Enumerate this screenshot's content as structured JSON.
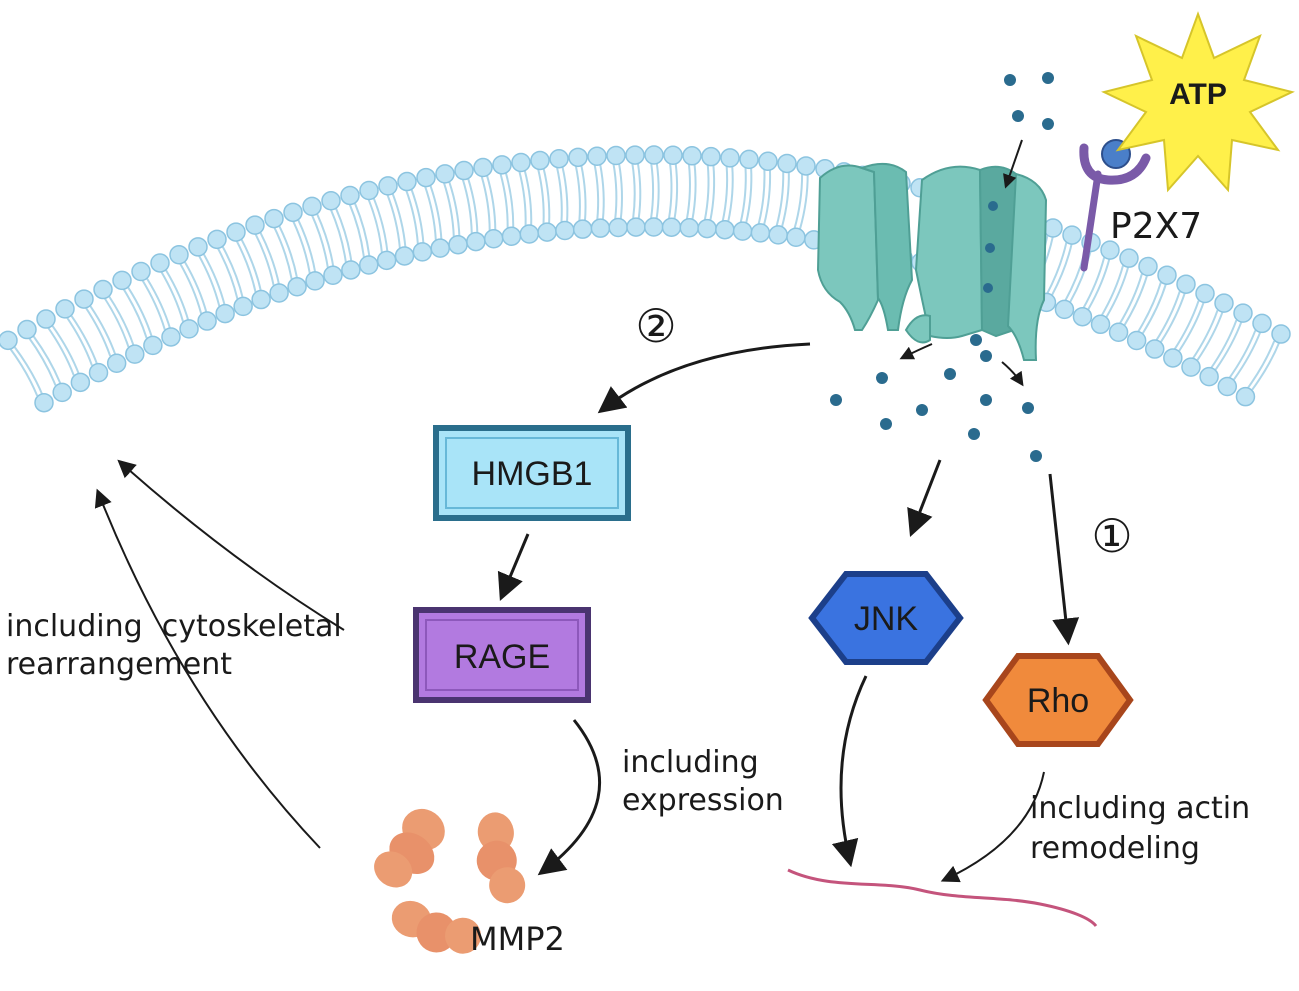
{
  "atp_label": "ATP",
  "receptor_label": "P2X7",
  "step_two": "②",
  "step_one": "①",
  "nodes": {
    "hmgb1": "HMGB1",
    "rage": "RAGE",
    "jnk": "JNK",
    "rho": "Rho",
    "mmp2": "MMP2"
  },
  "annotations": {
    "cytoskeletal_line1": "including  cytoskeletal",
    "cytoskeletal_line2": "rearrangement",
    "expression_line1": "including",
    "expression_line2": "expression",
    "actin_line1": "including actin",
    "actin_line2": "remodeling"
  },
  "colors": {
    "membrane_head": "#bfe3f4",
    "membrane_head_stroke": "#8cc4e0",
    "channel": "#7cc7bd",
    "channel_dark": "#4f9f95",
    "ion": "#2a6b8e",
    "atp_burst": "#fff04a",
    "receptor": "#7a5aa8",
    "hmgb1_fill": "#a9e4f8",
    "hmgb1_stroke": "#2a6e8c",
    "rage_fill": "#b27ae0",
    "rage_stroke": "#4a3470",
    "jnk_fill": "#3a73e0",
    "jnk_stroke": "#1c3f8a",
    "rho_fill": "#f08a3c",
    "rho_stroke": "#a8461c",
    "mmp2": "#eb9c72",
    "actin": "#c4547c"
  }
}
